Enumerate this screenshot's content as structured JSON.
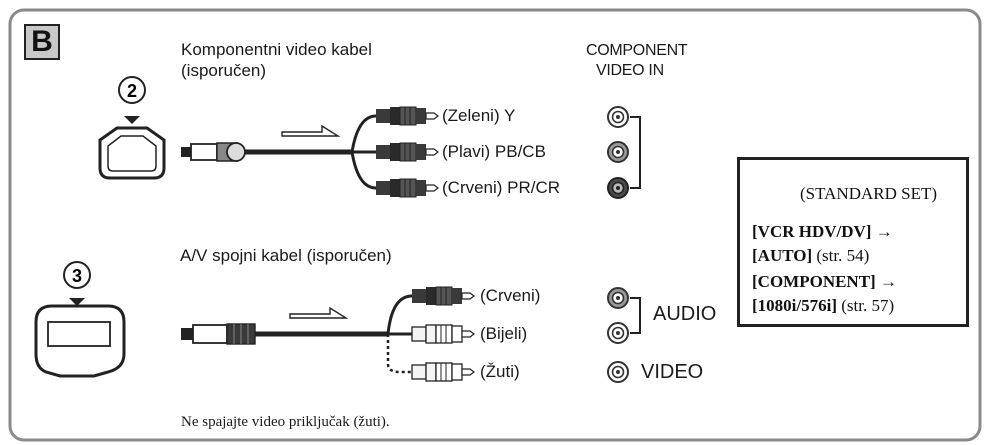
{
  "section_label": "B",
  "component_cable": {
    "title_line1": "Komponentni video kabel",
    "title_line2": "(isporučen)",
    "port_number": "②",
    "plugs": [
      "(Zeleni) Y",
      "(Plavi) PB/CB",
      "(Crveni) PR/CR"
    ]
  },
  "component_jack": {
    "header_line1": "COMPONENT",
    "header_line2": "VIDEO IN"
  },
  "av_cable": {
    "title": "A/V spojni kabel (isporučen)",
    "port_number": "③",
    "plugs": [
      "(Crveni)",
      "(Bijeli)",
      "(Žuti)"
    ]
  },
  "av_jack": {
    "audio_label": "AUDIO",
    "video_label": "VIDEO"
  },
  "footnote": "Ne spajajte video priključak (žuti).",
  "side_box": {
    "menu_title": "(STANDARD SET)",
    "line1_bold": "[VCR HDV/DV] →",
    "line2_bold": "[AUTO]",
    "line2_ref": "(str. 54)",
    "line3_bold": "[COMPONENT] →",
    "line4_bold": "[1080i/576i]",
    "line4_ref": "(str. 57)",
    "toolbox_icon": "toolbox-icon"
  },
  "colors": {
    "frame": "#8a8a8a",
    "plug_dark": "#3a3a3a",
    "plug_light": "#f4f4f4",
    "badge_fill": "#c8c8c8"
  }
}
